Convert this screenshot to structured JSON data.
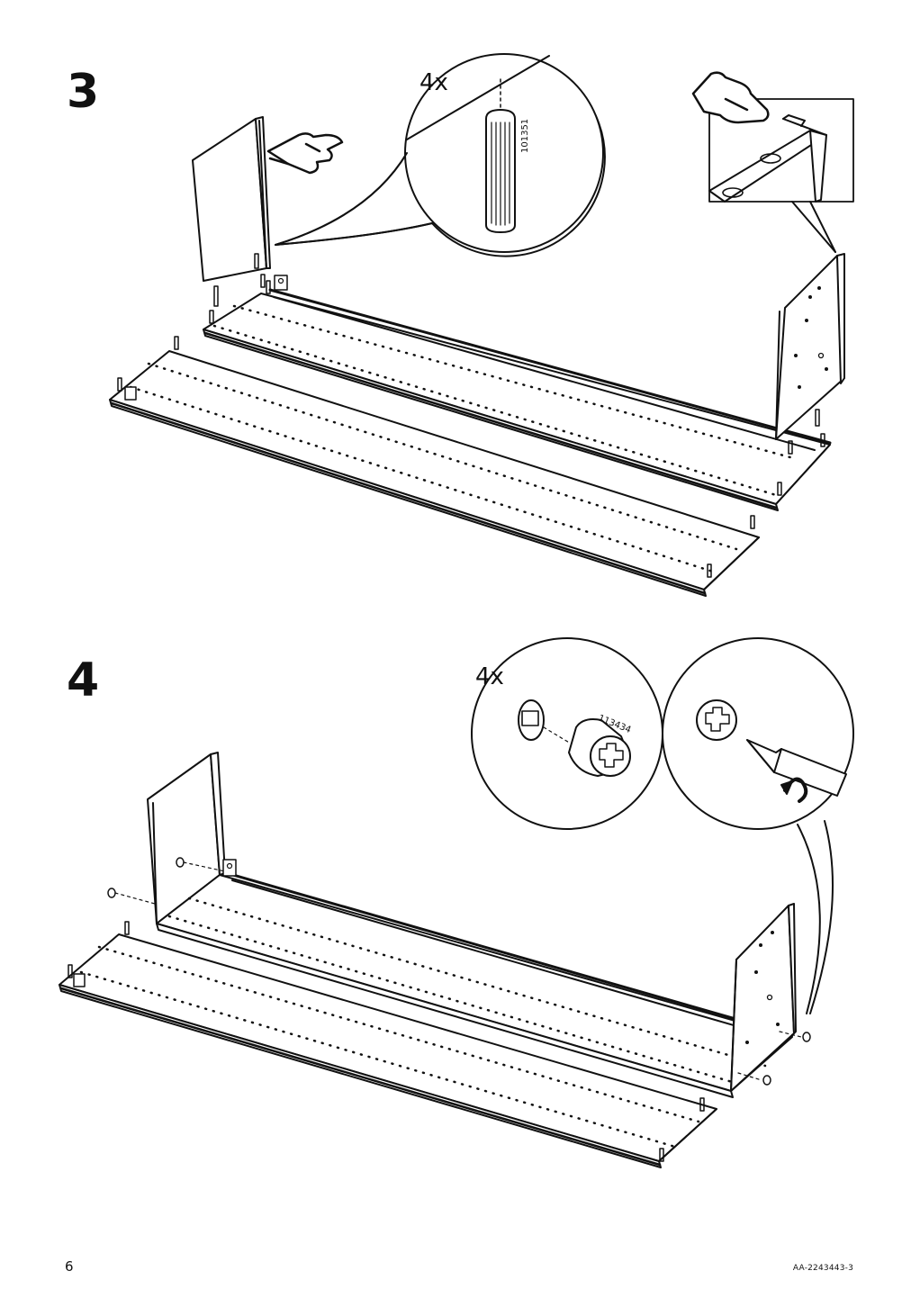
{
  "steps": [
    {
      "number": "3",
      "detail_callout": {
        "quantity": "4x",
        "part_number": "101351"
      }
    },
    {
      "number": "4",
      "detail_callout": {
        "quantity": "4x",
        "part_number": "113434"
      }
    }
  ],
  "footer": {
    "page_number": "6",
    "document_code": "AA-2243443-3"
  },
  "icons": [
    "pointing-hand-icon",
    "wooden-dowel-icon",
    "cam-lock-icon",
    "screwdriver-icon",
    "rotation-arrow-icon"
  ]
}
